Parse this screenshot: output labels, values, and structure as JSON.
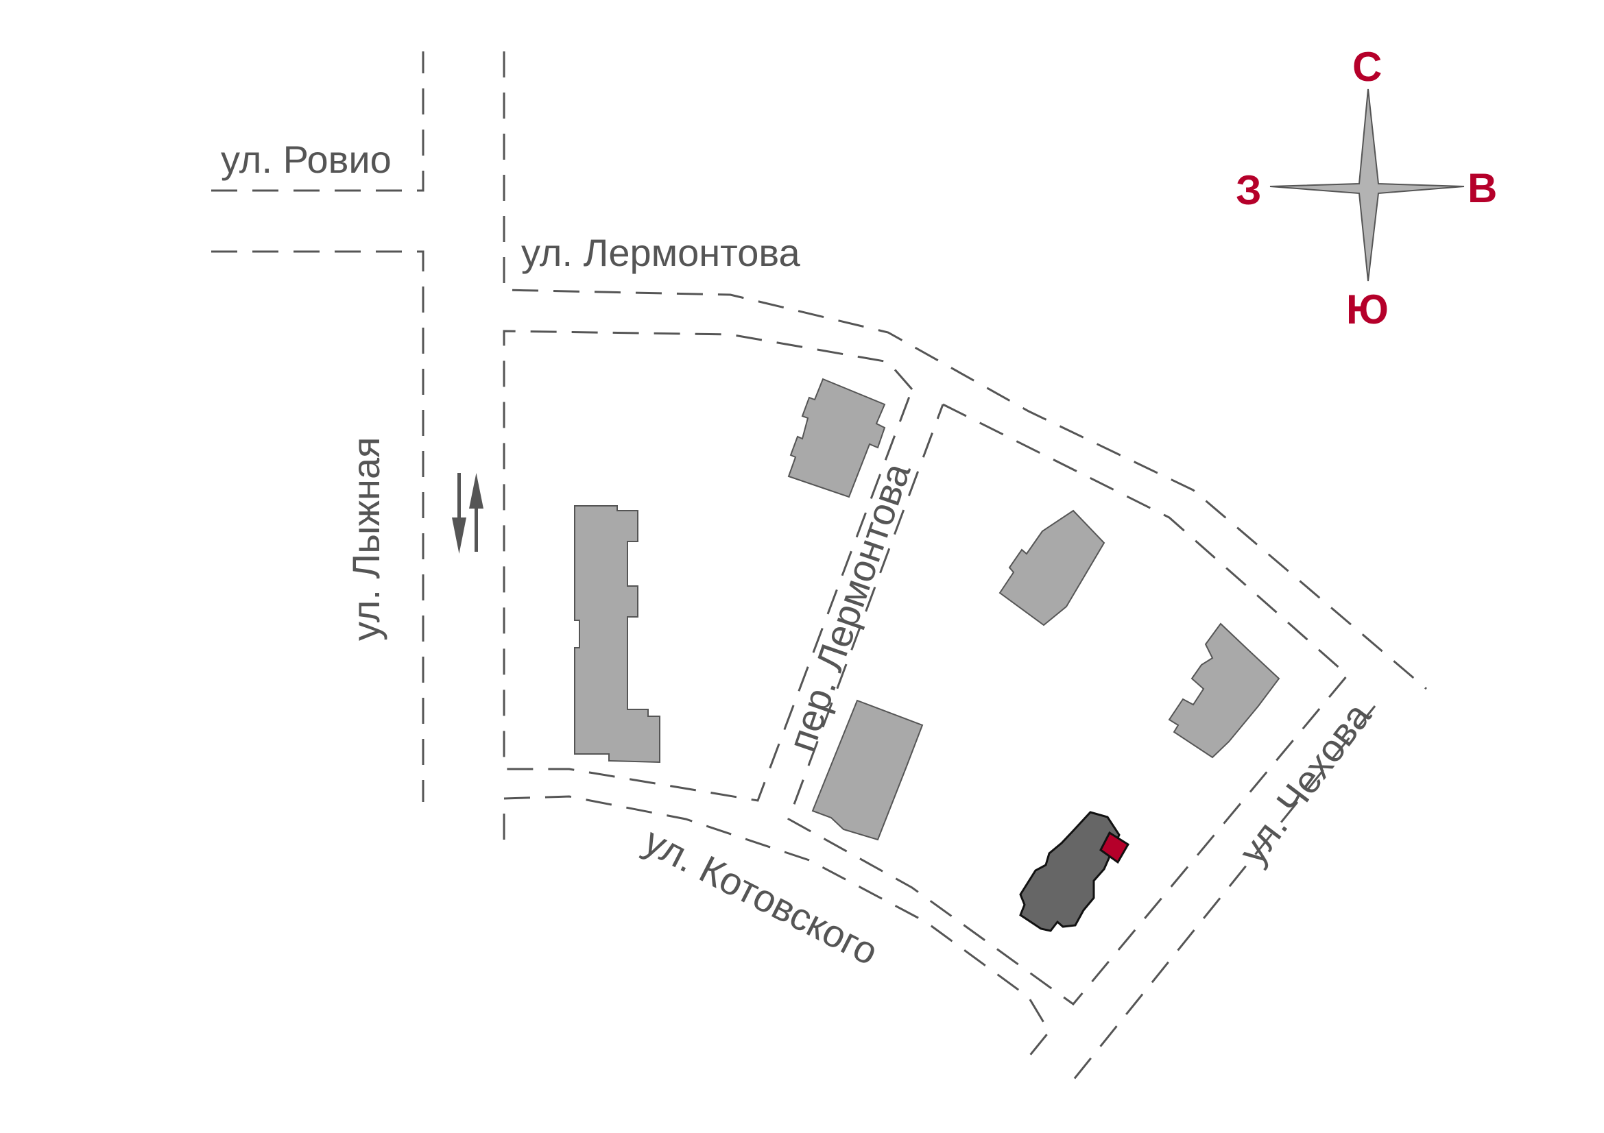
{
  "streets": {
    "rovio": "ул. Ровио",
    "lermontova": "ул. Лермонтова",
    "lyzhnaya": "ул. Лыжная",
    "per_lermontova": "пер. Лермонтова",
    "kotovskogo": "ул. Котовского",
    "chekhova": "ул. Чехова"
  },
  "compass": {
    "north": "С",
    "east": "В",
    "south": "Ю",
    "west": "З"
  },
  "colors": {
    "accent": "#b5002a",
    "road": "#555555",
    "building": "#a9a9a9",
    "building_highlight": "#666666",
    "compass_fill": "#b3b3b3"
  },
  "icons": {
    "compass": "compass-rose-icon",
    "two_way": "two-way-traffic-icon"
  }
}
